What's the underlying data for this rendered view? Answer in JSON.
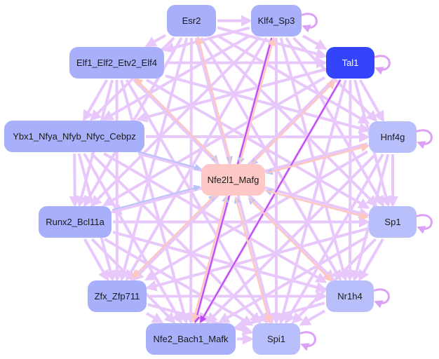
{
  "graph": {
    "type": "directed-network",
    "colors": {
      "node_default": "#a8b0fb",
      "node_light": "#b8bffb",
      "node_highlight": "#3344fb",
      "node_target": "#fdc8c6",
      "edge_default": "#e8c8fb",
      "edge_self": "#dca0f5",
      "edge_strong": "#c044f5",
      "edge_pink": "#fdc8c0",
      "edge_blue": "#b8c4f8"
    },
    "nodes": [
      {
        "id": "Esr2",
        "label": "Esr2",
        "style": "default"
      },
      {
        "id": "Klf4_Sp3",
        "label": "Klf4_Sp3",
        "style": "default"
      },
      {
        "id": "Elf1_Elf2_Etv2_Elf4",
        "label": "Elf1_Elf2_Etv2_Elf4",
        "style": "default"
      },
      {
        "id": "Tal1",
        "label": "Tal1",
        "style": "highlight"
      },
      {
        "id": "Ybx1_Nfya_Nfyb_Nfyc_Cebpz",
        "label": "Ybx1_Nfya_Nfyb_Nfyc_Cebpz",
        "style": "default"
      },
      {
        "id": "Hnf4g",
        "label": "Hnf4g",
        "style": "light"
      },
      {
        "id": "Nfe2l1_Mafg",
        "label": "Nfe2l1_Mafg",
        "style": "target"
      },
      {
        "id": "Runx2_Bcl11a",
        "label": "Runx2_Bcl11a",
        "style": "default"
      },
      {
        "id": "Sp1",
        "label": "Sp1",
        "style": "light"
      },
      {
        "id": "Zfx_Zfp711",
        "label": "Zfx_Zfp711",
        "style": "default"
      },
      {
        "id": "Nr1h4",
        "label": "Nr1h4",
        "style": "light"
      },
      {
        "id": "Nfe2_Bach1_Mafk",
        "label": "Nfe2_Bach1_Mafk",
        "style": "default"
      },
      {
        "id": "Spi1",
        "label": "Spi1",
        "style": "light"
      }
    ],
    "self_loops": [
      "Klf4_Sp3",
      "Tal1",
      "Hnf4g",
      "Sp1",
      "Nr1h4",
      "Spi1"
    ],
    "highlight_edges": [
      {
        "from": "Tal1",
        "to": "Nfe2_Bach1_Mafk",
        "kind": "strong"
      },
      {
        "from": "Klf4_Sp3",
        "to": "Nfe2_Bach1_Mafk",
        "kind": "strong"
      },
      {
        "from": "Esr2",
        "to": "Nfe2l1_Mafg",
        "kind": "blue"
      },
      {
        "from": "Klf4_Sp3",
        "to": "Nfe2l1_Mafg",
        "kind": "blue"
      },
      {
        "from": "Runx2_Bcl11a",
        "to": "Nfe2l1_Mafg",
        "kind": "blue"
      },
      {
        "from": "Hnf4g",
        "to": "Nfe2l1_Mafg",
        "kind": "blue"
      },
      {
        "from": "Sp1",
        "to": "Nfe2l1_Mafg",
        "kind": "blue"
      },
      {
        "from": "Nr1h4",
        "to": "Nfe2l1_Mafg",
        "kind": "blue"
      },
      {
        "from": "Spi1",
        "to": "Nfe2l1_Mafg",
        "kind": "blue"
      },
      {
        "from": "Nfe2_Bach1_Mafk",
        "to": "Nfe2l1_Mafg",
        "kind": "blue"
      },
      {
        "from": "Zfx_Zfp711",
        "to": "Nfe2l1_Mafg",
        "kind": "blue"
      },
      {
        "from": "Elf1_Elf2_Etv2_Elf4",
        "to": "Nfe2l1_Mafg",
        "kind": "blue"
      },
      {
        "from": "Ybx1_Nfya_Nfyb_Nfyc_Cebpz",
        "to": "Nfe2l1_Mafg",
        "kind": "blue"
      },
      {
        "from": "Tal1",
        "to": "Nfe2l1_Mafg",
        "kind": "blue"
      },
      {
        "from": "Nfe2l1_Mafg",
        "to": "Esr2",
        "kind": "pink"
      },
      {
        "from": "Nfe2l1_Mafg",
        "to": "Klf4_Sp3",
        "kind": "pink"
      },
      {
        "from": "Nfe2l1_Mafg",
        "to": "Tal1",
        "kind": "pink"
      },
      {
        "from": "Nfe2l1_Mafg",
        "to": "Hnf4g",
        "kind": "pink"
      },
      {
        "from": "Nfe2l1_Mafg",
        "to": "Sp1",
        "kind": "pink"
      },
      {
        "from": "Nfe2l1_Mafg",
        "to": "Nr1h4",
        "kind": "pink"
      },
      {
        "from": "Nfe2l1_Mafg",
        "to": "Spi1",
        "kind": "pink"
      },
      {
        "from": "Nfe2l1_Mafg",
        "to": "Nfe2_Bach1_Mafk",
        "kind": "pink"
      },
      {
        "from": "Nfe2l1_Mafg",
        "to": "Zfx_Zfp711",
        "kind": "pink"
      },
      {
        "from": "Nfe2l1_Mafg",
        "to": "Elf1_Elf2_Etv2_Elf4",
        "kind": "pink"
      }
    ]
  }
}
